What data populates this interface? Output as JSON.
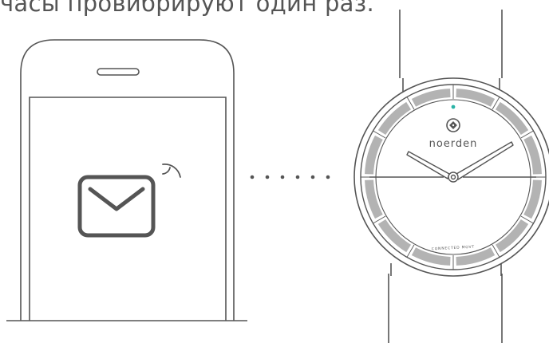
{
  "caption": {
    "text": "часы провибрируют один раз."
  },
  "watch": {
    "brand": "noerden",
    "dial_text": "CONNECTED MOVT",
    "indicator_color": "#2ab3a6"
  },
  "phone": {
    "notification_icon": "envelope-icon",
    "signal_icon": "signal-waves-icon"
  },
  "connection": {
    "dot_count": 6,
    "icon": "dotted-link"
  },
  "colors": {
    "line": "#555555",
    "dial_segments": "#b3b3b3",
    "envelope": "#555555"
  }
}
